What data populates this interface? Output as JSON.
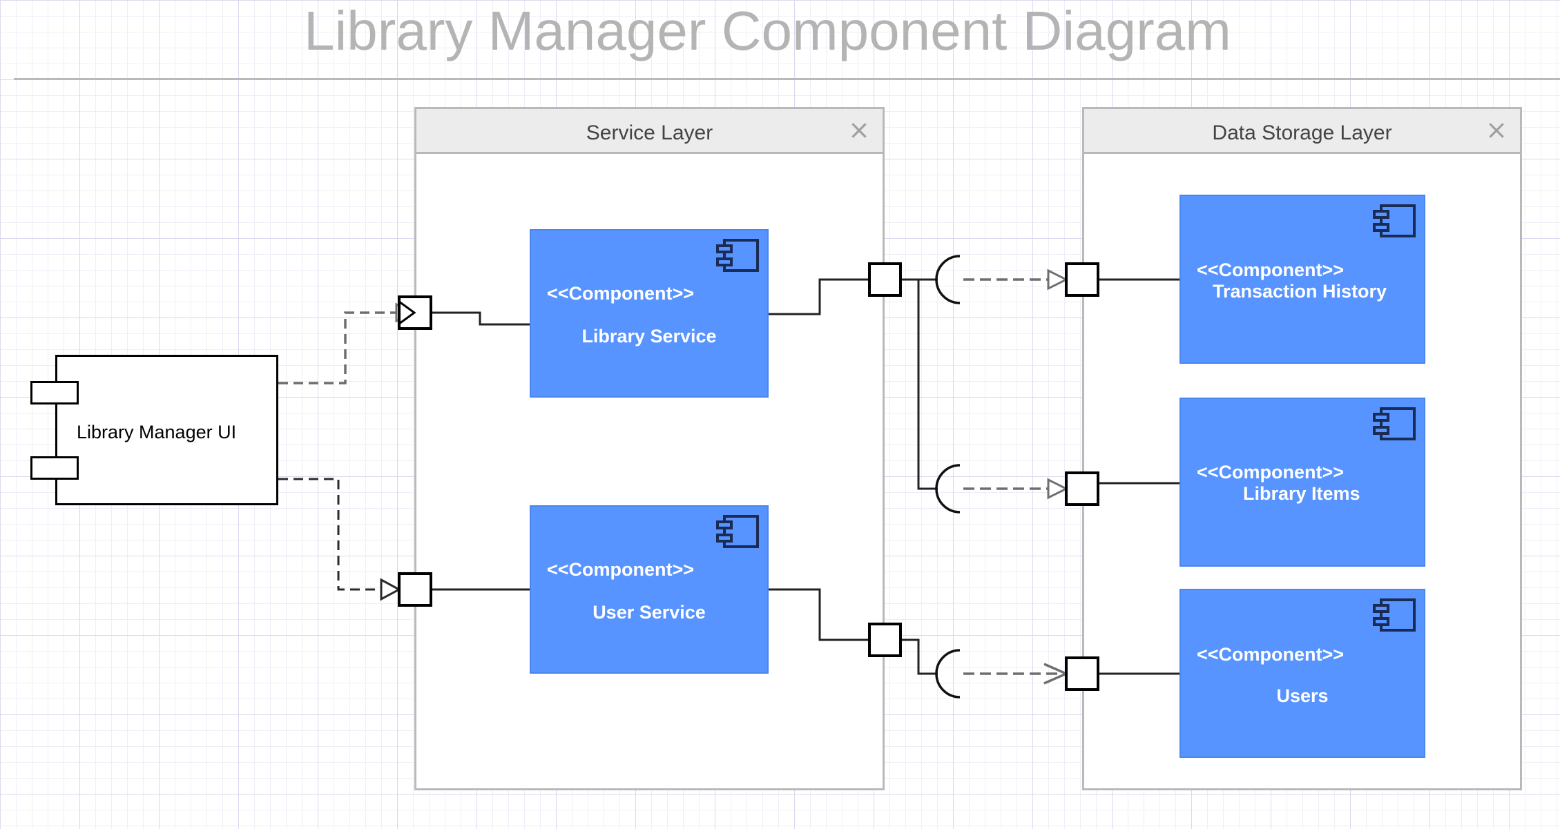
{
  "title": "Library Manager Component Diagram",
  "external_component": {
    "label": "Library Manager UI"
  },
  "layers": [
    {
      "title": "Service Layer",
      "close_glyph": "×",
      "components": [
        {
          "stereotype": "<<Component>>",
          "name": "Library Service",
          "icon": "component-icon"
        },
        {
          "stereotype": "<<Component>>",
          "name": "User Service",
          "icon": "component-icon"
        }
      ]
    },
    {
      "title": "Data Storage Layer",
      "close_glyph": "×",
      "components": [
        {
          "stereotype": "<<Component>>",
          "name": "Transaction History",
          "icon": "component-icon"
        },
        {
          "stereotype": "<<Component>>",
          "name": "Library Items",
          "icon": "component-icon"
        },
        {
          "stereotype": "<<Component>>",
          "name": "Users",
          "icon": "component-icon"
        }
      ]
    }
  ],
  "colors": {
    "component_fill": "#5794ff",
    "component_text": "#ffffff",
    "layer_border": "#b9b9b9",
    "layer_header": "#ececec",
    "title_text": "#b4b4b4",
    "dependency_line": "#6e6e6e"
  }
}
